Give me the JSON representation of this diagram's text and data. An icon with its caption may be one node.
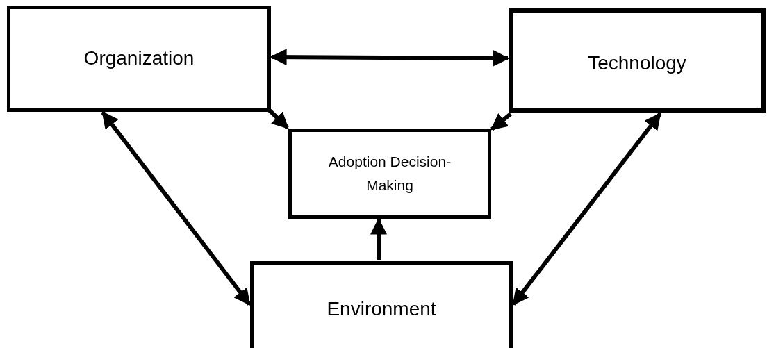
{
  "diagram": {
    "nodes": [
      {
        "text": [
          "Organization"
        ]
      },
      {
        "text": [
          "Technology"
        ]
      },
      {
        "text": [
          "Adoption Decision-Making"
        ]
      },
      {
        "text": [
          "Environment"
        ]
      }
    ],
    "edges": [
      {
        "from": 0,
        "to": 1,
        "arrow": "both"
      },
      {
        "from": 0,
        "to": 2,
        "arrow": "to"
      },
      {
        "from": 1,
        "to": 2,
        "arrow": "to"
      },
      {
        "from": 0,
        "to": 3,
        "arrow": "both"
      },
      {
        "from": 1,
        "to": 3,
        "arrow": "both"
      },
      {
        "from": 3,
        "to": 2,
        "arrow": "to"
      }
    ]
  }
}
